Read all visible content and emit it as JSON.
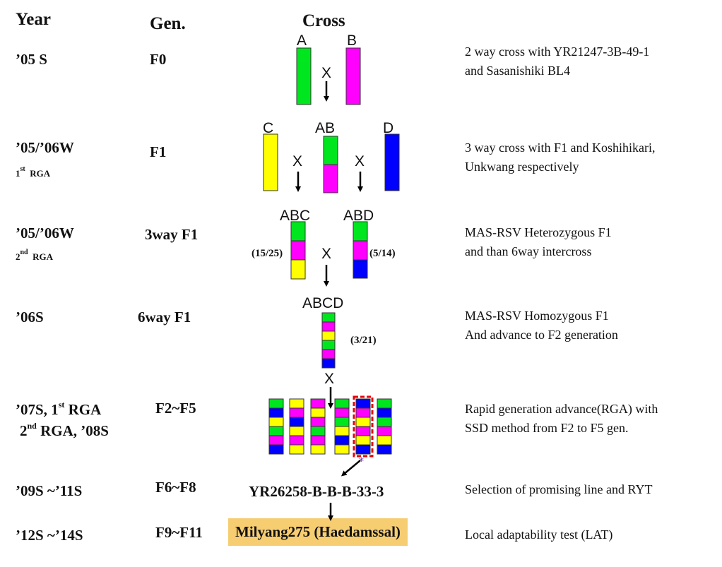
{
  "headers": {
    "year": "Year",
    "gen": "Gen.",
    "cross": "Cross"
  },
  "rows": [
    {
      "year": "’05 S",
      "gen": "F0",
      "desc": [
        "2 way cross with YR21247-3B-49-1",
        "and Sasanishiki  BL4"
      ]
    },
    {
      "year": "’05/’06W",
      "sub_sup": "st",
      "sub": "RGA",
      "sub_pre": "1",
      "gen": "F1",
      "desc": [
        "3 way cross with F1 and Koshihikari,",
        "Unkwang respectively"
      ]
    },
    {
      "year": "’05/’06W",
      "sub_sup": "nd",
      "sub": "RGA",
      "sub_pre": "2",
      "gen": "3way F1",
      "desc": [
        "MAS-RSV Heterozygous F1",
        "and than 6way intercross"
      ]
    },
    {
      "year": "’06S",
      "gen": "6way F1",
      "desc": [
        "MAS-RSV Homozygous F1",
        "And advance to F2 generation"
      ]
    },
    {
      "year_l1_pre": "’07S, 1",
      "year_l1_sup": "st",
      "year_l1_post": " RGA",
      "year_l2_pre": "2",
      "year_l2_sup": "nd",
      "year_l2_post": " RGA, ’08S",
      "gen": "F2~F5",
      "desc": [
        "Rapid generation advance(RGA) with",
        "SSD method from F2 to F5 gen."
      ]
    },
    {
      "year": "’09S ~’11S",
      "gen": "F6~F8",
      "desc": [
        "Selection of promising line and RYT"
      ]
    },
    {
      "year": "’12S ~’14S",
      "gen": "F9~F11",
      "desc": [
        "Local adaptability test (LAT)"
      ]
    }
  ],
  "parents": {
    "a": "A",
    "b": "B",
    "c": "C",
    "ab": "AB",
    "d": "D",
    "abc": "ABC",
    "abd": "ABD",
    "abcd": "ABCD"
  },
  "cross_symbol": "X",
  "counts": {
    "abc": "(15/25)",
    "abd": "(5/14)",
    "abcd": "(3/21)"
  },
  "line_name": "YR26258-B-B-B-33-3",
  "final_variety": "Milyang275 (Haedamssal)",
  "colors": {
    "green": "#00e61e",
    "magenta": "#ff00ff",
    "yellow": "#ffff00",
    "blue": "#0000ff",
    "highlight": "#f7cd72",
    "selection": "#ff0000"
  }
}
